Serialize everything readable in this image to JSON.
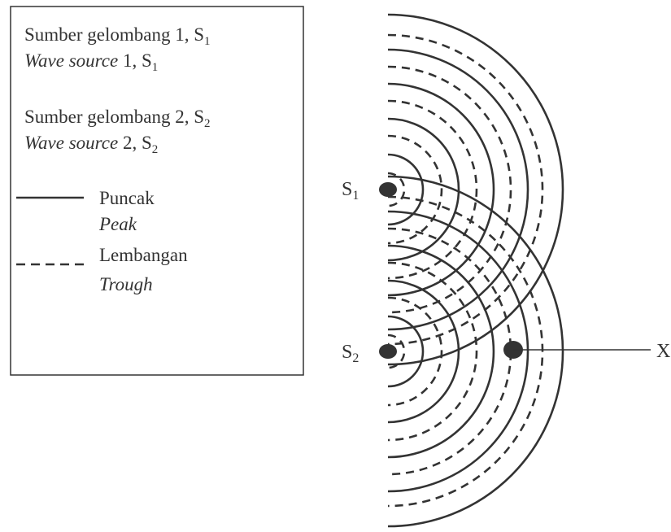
{
  "legend": {
    "source1_ms": "Sumber gelombang 1, S",
    "source1_en": "Wave source",
    "source1_en_tail": " 1, S",
    "source2_ms": "Sumber gelombang 2, S",
    "source2_en": "Wave source",
    "source2_en_tail": " 2, S",
    "sub1": "1",
    "sub2": "2",
    "peak_ms": "Puncak",
    "peak_en": "Peak",
    "trough_ms": "Lembangan",
    "trough_en": "Trough"
  },
  "labels": {
    "s1_letter": "S",
    "s1_sub": "1",
    "s2_letter": "S",
    "s2_sub": "2",
    "point_x": "X"
  },
  "colors": {
    "ink": "#333333",
    "background": "#ffffff"
  }
}
